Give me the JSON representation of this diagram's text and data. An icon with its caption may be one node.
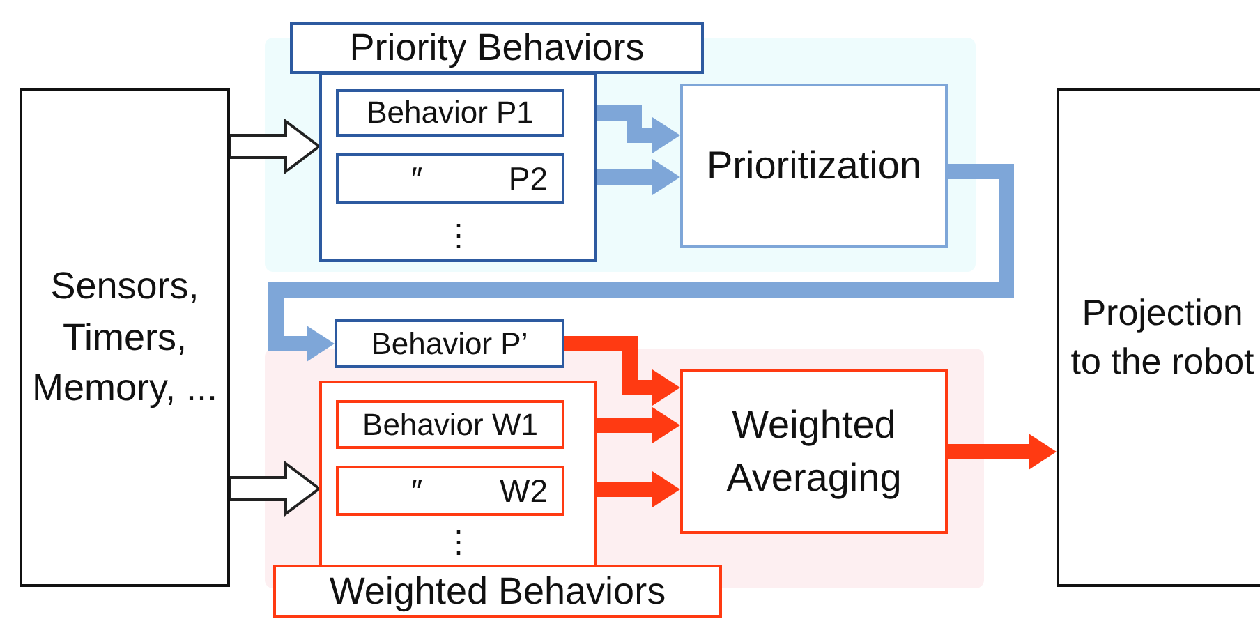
{
  "diagram": {
    "nodes": [
      {
        "text": [
          "Sensors, Timers, Memory, ..."
        ]
      },
      {
        "text": [
          "Priority Behaviors",
          "⋮"
        ]
      },
      {
        "text": [
          "Behavior P1"
        ],
        "in": 1
      },
      {
        "text": [
          "″",
          "P2"
        ],
        "in": 1
      },
      {
        "text": [
          "Prioritization"
        ]
      },
      {
        "text": [
          "Behavior P’"
        ]
      },
      {
        "text": [
          "⋮",
          "Weighted Behaviors"
        ]
      },
      {
        "text": [
          "Behavior W1"
        ],
        "in": 6
      },
      {
        "text": [
          "″",
          "W2"
        ],
        "in": 6
      },
      {
        "text": [
          "Weighted Averaging"
        ]
      },
      {
        "text": [
          "Projection to the robot"
        ]
      }
    ],
    "edges": [
      {
        "from": 0,
        "to": 1,
        "arrow": "to",
        "color": "#ffffff"
      },
      {
        "from": 0,
        "to": 6,
        "arrow": "to",
        "color": "#ffffff"
      },
      {
        "from": 2,
        "to": 4,
        "arrow": "to",
        "color": "#7ea6d8"
      },
      {
        "from": 3,
        "to": 4,
        "arrow": "to",
        "color": "#7ea6d8"
      },
      {
        "from": 4,
        "to": 5,
        "arrow": "to",
        "color": "#7ea6d8"
      },
      {
        "from": 5,
        "to": 9,
        "arrow": "to",
        "color": "#ff3a12"
      },
      {
        "from": 7,
        "to": 9,
        "arrow": "to",
        "color": "#ff3a12"
      },
      {
        "from": 8,
        "to": 9,
        "arrow": "to",
        "color": "#ff3a12"
      },
      {
        "from": 9,
        "to": 10,
        "arrow": "to",
        "color": "#ff3a12"
      }
    ]
  }
}
